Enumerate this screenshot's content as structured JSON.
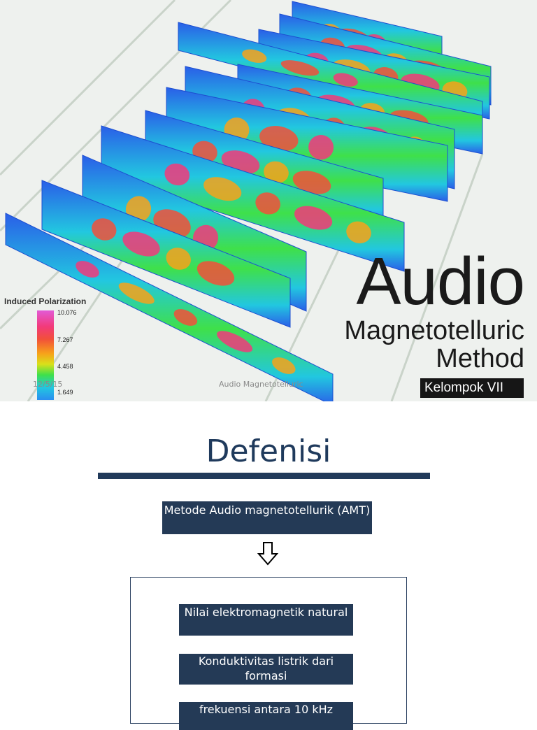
{
  "slide1": {
    "title_main": "Audio",
    "title_sub1": "Magnetotelluric",
    "title_sub2": "Method",
    "group_label": "Kelompok VII",
    "footer_date": "12/5/15",
    "footer_center": "Audio Magnetotelluric",
    "legend": {
      "title": "Induced Polarization",
      "ticks": [
        "10.076",
        "7.267",
        "4.458",
        "1.649"
      ]
    },
    "palette": [
      "#2a5ee8",
      "#2a8ef0",
      "#22c7e0",
      "#3fe04a",
      "#d9e01a",
      "#f7a21a",
      "#f2503a",
      "#f23a7a"
    ]
  },
  "slide2": {
    "title": "Defenisi",
    "main_box": "Metode Audio magnetotellurik (AMT)",
    "items": [
      "Nilai elektromagnetik natural",
      "Konduktivitas listrik dari formasi",
      "frekuensi antara 10 kHz"
    ]
  }
}
